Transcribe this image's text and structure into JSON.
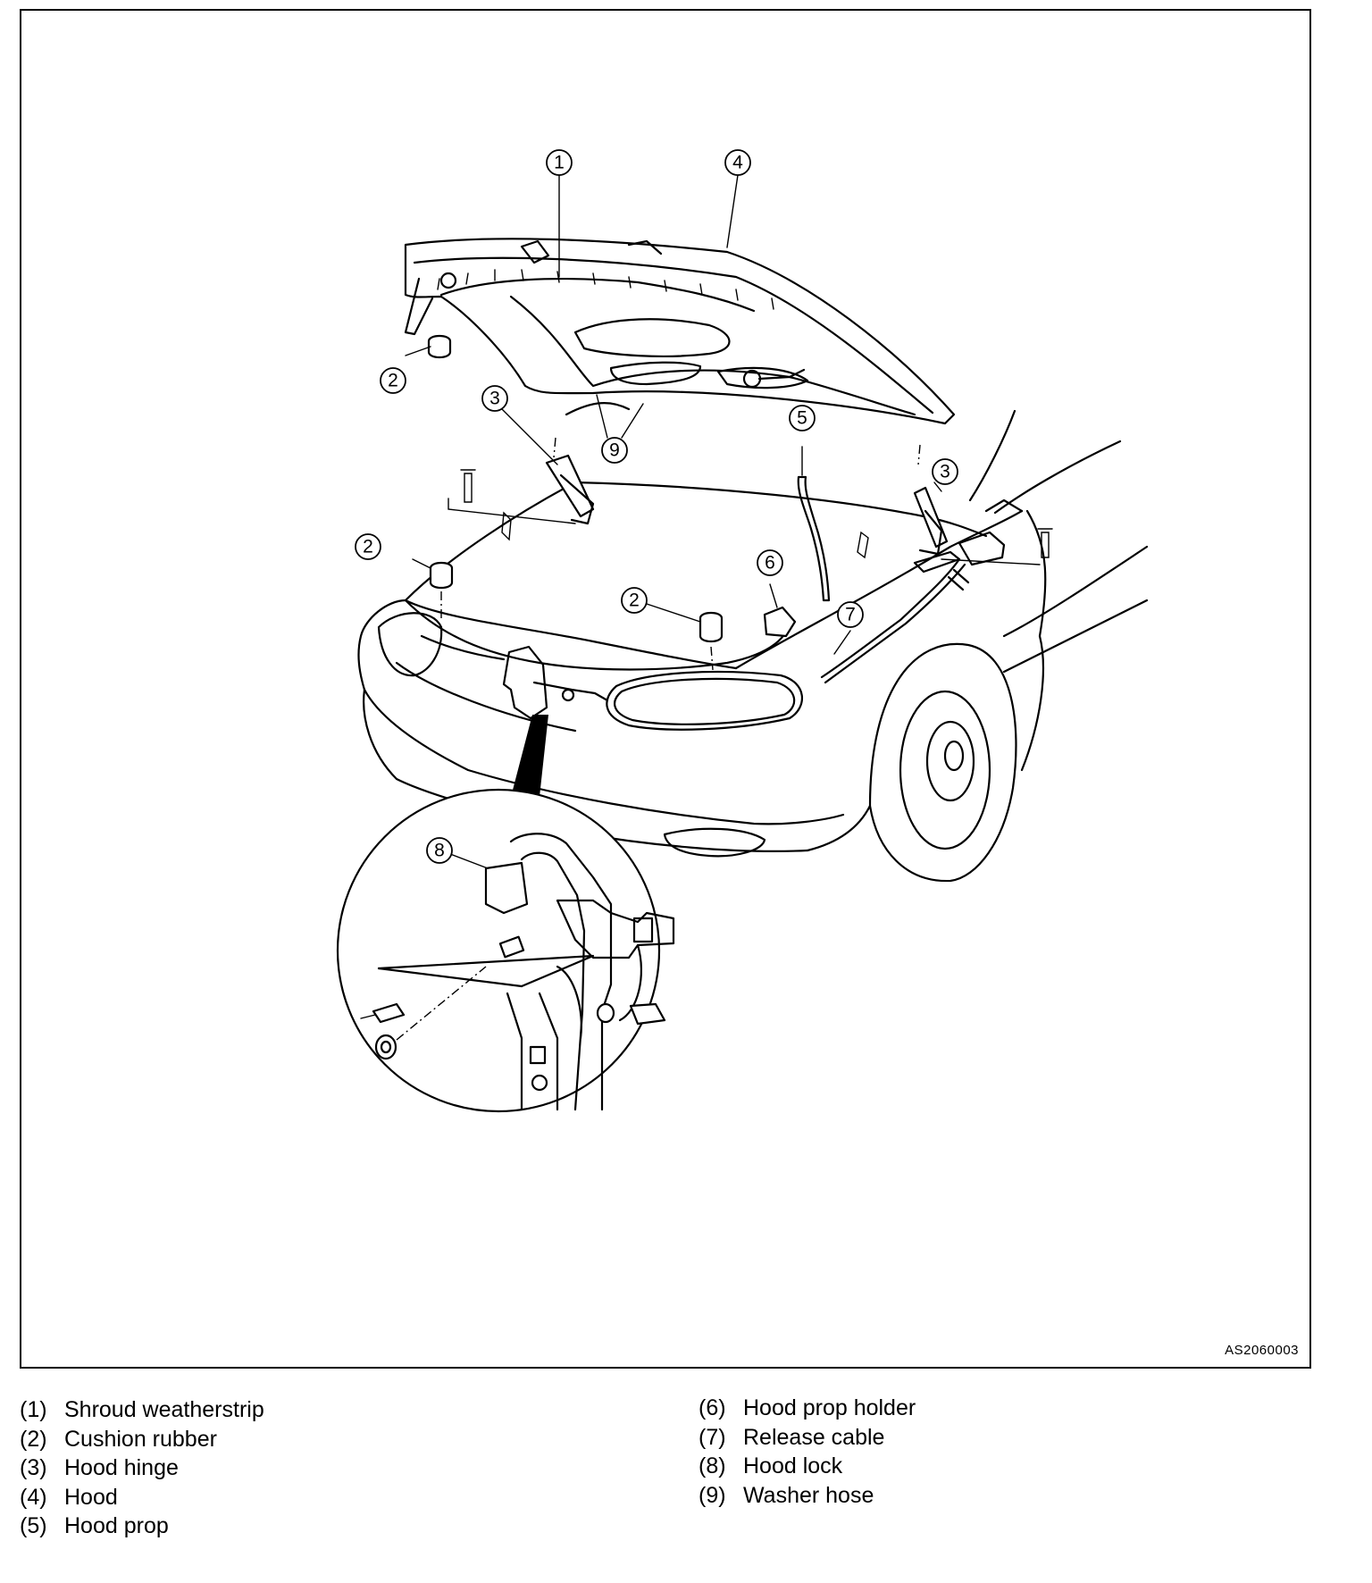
{
  "diagram": {
    "code": "AS2060003",
    "callouts": [
      "1",
      "4",
      "2",
      "3",
      "9",
      "5",
      "3",
      "2",
      "6",
      "2",
      "7",
      "8"
    ]
  },
  "legend": {
    "left": [
      {
        "num": "(1)",
        "label": "Shroud weatherstrip"
      },
      {
        "num": "(2)",
        "label": "Cushion rubber"
      },
      {
        "num": "(3)",
        "label": "Hood hinge"
      },
      {
        "num": "(4)",
        "label": "Hood"
      },
      {
        "num": "(5)",
        "label": "Hood prop"
      }
    ],
    "right": [
      {
        "num": "(6)",
        "label": "Hood prop holder"
      },
      {
        "num": "(7)",
        "label": "Release cable"
      },
      {
        "num": "(8)",
        "label": "Hood lock"
      },
      {
        "num": "(9)",
        "label": "Washer hose"
      }
    ]
  }
}
